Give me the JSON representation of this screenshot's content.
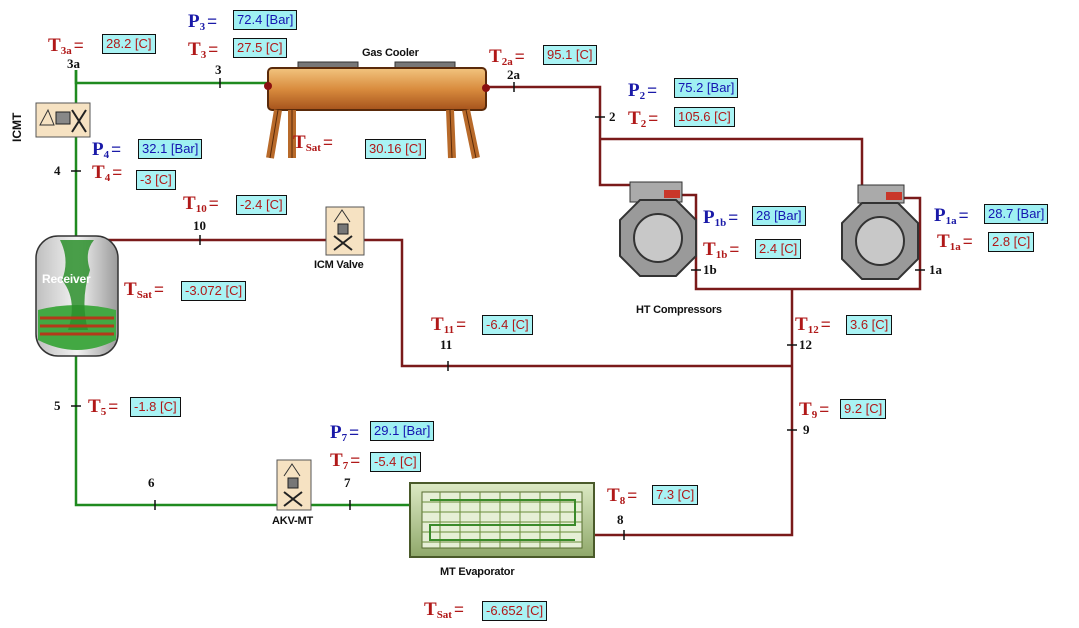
{
  "components": {
    "gas_cooler": "Gas Cooler",
    "receiver": "Receiver",
    "icm_valve": "ICM Valve",
    "icmt": "ICMT",
    "ht_compressors": "HT Compressors",
    "akv_mt": "AKV-MT",
    "mt_evaporator": "MT Evaporator"
  },
  "nodes": [
    "3a",
    "3",
    "2a",
    "2",
    "1b",
    "1a",
    "4",
    "10",
    "11",
    "12",
    "5",
    "6",
    "7",
    "8",
    "9"
  ],
  "readings": {
    "T3a": {
      "sym": "T",
      "sub": "3a",
      "value": "28.2 [C]"
    },
    "P3": {
      "sym": "P",
      "sub": "3",
      "value": "72.4 [Bar]"
    },
    "T3": {
      "sym": "T",
      "sub": "3",
      "value": "27.5 [C]"
    },
    "T2a": {
      "sym": "T",
      "sub": "2a",
      "value": "95.1 [C]"
    },
    "P2": {
      "sym": "P",
      "sub": "2",
      "value": "75.2 [Bar]"
    },
    "T2": {
      "sym": "T",
      "sub": "2",
      "value": "105.6 [C]"
    },
    "P4": {
      "sym": "P",
      "sub": "4",
      "value": "32.1 [Bar]"
    },
    "Tsat_gc": {
      "sym": "T",
      "sub": "Sat",
      "value": "30.16 [C]"
    },
    "T4": {
      "sym": "T",
      "sub": "4",
      "value": "-3 [C]"
    },
    "T10": {
      "sym": "T",
      "sub": "10",
      "value": "-2.4 [C]"
    },
    "P1b": {
      "sym": "P",
      "sub": "1b",
      "value": "28 [Bar]"
    },
    "T1b": {
      "sym": "T",
      "sub": "1b",
      "value": "2.4 [C]"
    },
    "P1a": {
      "sym": "P",
      "sub": "1a",
      "value": "28.7 [Bar]"
    },
    "T1a": {
      "sym": "T",
      "sub": "1a",
      "value": "2.8 [C]"
    },
    "Tsat_rec": {
      "sym": "T",
      "sub": "Sat",
      "value": "-3.072 [C]"
    },
    "T11": {
      "sym": "T",
      "sub": "11",
      "value": "-6.4 [C]"
    },
    "T12": {
      "sym": "T",
      "sub": "12",
      "value": "3.6 [C]"
    },
    "T5": {
      "sym": "T",
      "sub": "5",
      "value": "-1.8 [C]"
    },
    "T9": {
      "sym": "T",
      "sub": "9",
      "value": "9.2 [C]"
    },
    "P7": {
      "sym": "P",
      "sub": "7",
      "value": "29.1 [Bar]"
    },
    "T7": {
      "sym": "T",
      "sub": "7",
      "value": "-5.4 [C]"
    },
    "T8": {
      "sym": "T",
      "sub": "8",
      "value": "7.3 [C]"
    },
    "Tsat_evap": {
      "sym": "T",
      "sub": "Sat",
      "value": "-6.652 [C]"
    }
  },
  "colors": {
    "hot_pipe": "#7a1a1a",
    "cold_pipe": "#1f8a1f",
    "temp_label": "#b01818",
    "pressure_label": "#1a1aa8",
    "value_box": "#a9f3f4"
  }
}
